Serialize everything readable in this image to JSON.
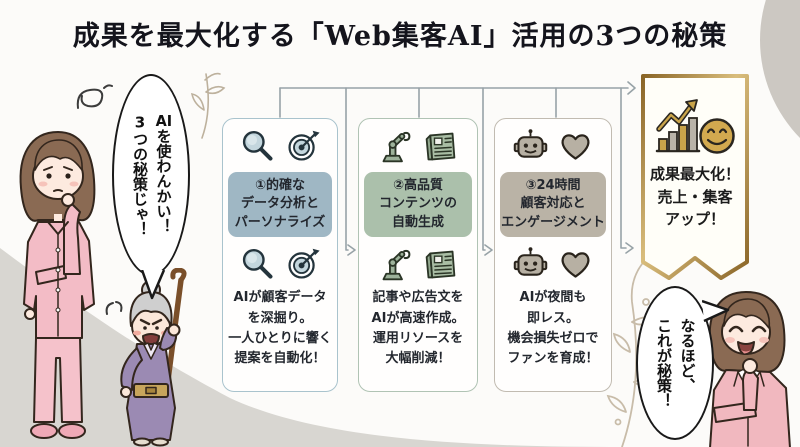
{
  "title": "成果を最大化する「Web集客AI」活用の3つの秘策",
  "left_character_bubble": {
    "tcy": "AI",
    "col1_rest": "を使わんかい！",
    "col2": "3つの秘策じゃ！"
  },
  "right_character_bubble": {
    "col1": "なるほど、",
    "col2": "これが秘策！"
  },
  "steps": [
    {
      "title": "①的確な\nデータ分析と\nパーソナライズ",
      "body": "AIが顧客データ\nを深掘り。\n一人ひとりに響く\n提案を自動化！",
      "chip_color": "#9fb7c4",
      "border_color": "#a9c3cd",
      "icons": [
        "magnifier-icon",
        "target-icon"
      ]
    },
    {
      "title": "②高品質\nコンテンツの\n自動生成",
      "body": "記事や広告文を\nAIが高速作成。\n運用リソースを\n大幅削減！",
      "chip_color": "#abc0ab",
      "border_color": "#b0c3b4",
      "icons": [
        "robot-arm-icon",
        "newspaper-icon"
      ]
    },
    {
      "title": "③24時間\n顧客対応と\nエンゲージメント",
      "body": "AIが夜間も\n即レス。\n機会損失ゼロで\nファンを育成！",
      "chip_color": "#bab3a6",
      "border_color": "#c1bbb1",
      "icons": [
        "robot-head-icon",
        "heart-icon"
      ]
    }
  ],
  "result_banner": {
    "text": "成果最大化！\n売上・集客\nアップ！",
    "border_color": "#b28c3e",
    "icons": [
      "growth-chart-icon",
      "smiley-icon"
    ]
  },
  "colors": {
    "connector": "#97a2a7",
    "background_shapes": "#d6d3ce",
    "gold_accent": "#c9a44a"
  }
}
